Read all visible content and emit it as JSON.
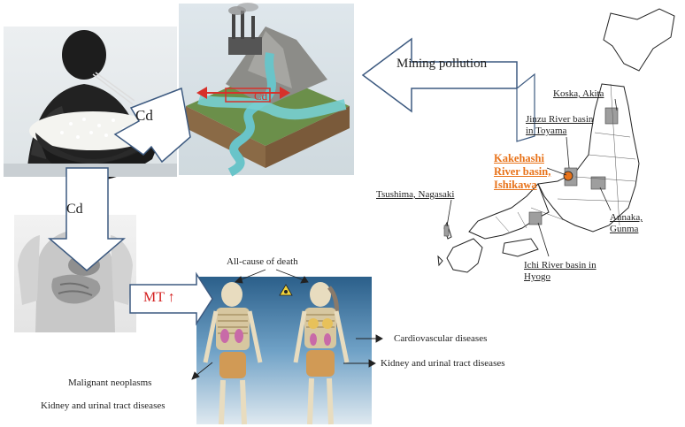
{
  "labels": {
    "mining_pollution": "Mining pollution",
    "cd_eat": "Cd",
    "cd_down": "Cd",
    "cd_river": "Cd",
    "mt": "MT ↑",
    "all_cause": "All-cause of death",
    "cardio": "Cardiovascular diseases",
    "kidney_right": "Kidney and urinal tract diseases",
    "malignant": "Malignant neoplasms",
    "kidney_left": "Kidney and urinal tract diseases"
  },
  "map_labels": {
    "kosaka": "Koska, Akita",
    "jinzu_1": "Jinzu River basin",
    "jinzu_2": "in Toyama",
    "kakehashi_1": "Kakehashi",
    "kakehashi_2": "River basin,",
    "kakehashi_3": "Ishikawa",
    "tsushima": "Tsushima, Nagasaki",
    "annaka_1": "Annaka,",
    "annaka_2": "Gunma",
    "ichi_1": "Ichi River basin in",
    "ichi_2": "Hyogo"
  },
  "colors": {
    "arrow_fill": "#ffffff",
    "arrow_stroke": "#3d5a80",
    "highlight": "#e8731a",
    "mt_color": "#d42020"
  }
}
